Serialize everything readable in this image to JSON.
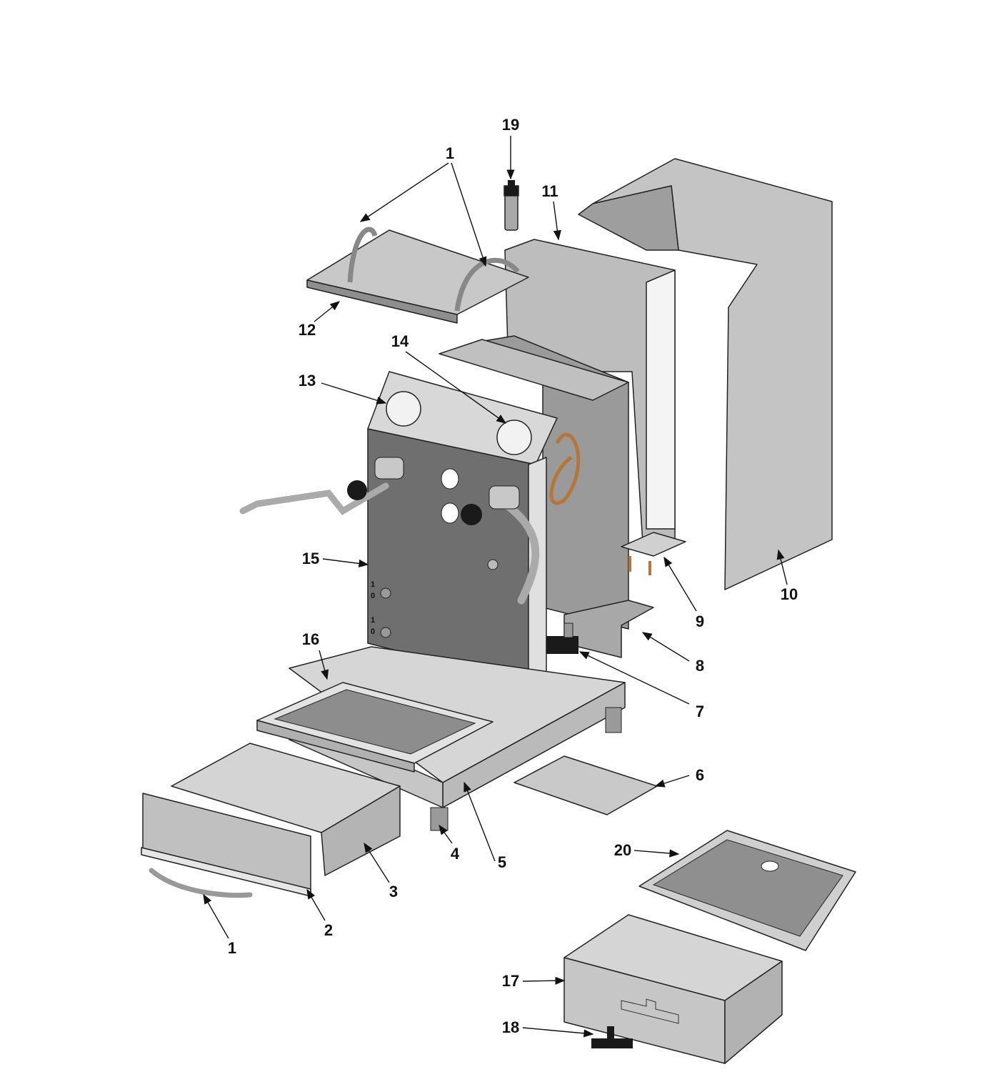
{
  "diagram": {
    "type": "exploded-parts-view",
    "callouts": [
      {
        "id": "c19",
        "label": "19"
      },
      {
        "id": "c1a",
        "label": "1"
      },
      {
        "id": "c11",
        "label": "11"
      },
      {
        "id": "c12",
        "label": "12"
      },
      {
        "id": "c14",
        "label": "14"
      },
      {
        "id": "c13",
        "label": "13"
      },
      {
        "id": "c15",
        "label": "15"
      },
      {
        "id": "c16",
        "label": "16"
      },
      {
        "id": "c10",
        "label": "10"
      },
      {
        "id": "c9",
        "label": "9"
      },
      {
        "id": "c8",
        "label": "8"
      },
      {
        "id": "c7",
        "label": "7"
      },
      {
        "id": "c6",
        "label": "6"
      },
      {
        "id": "c5",
        "label": "5"
      },
      {
        "id": "c4",
        "label": "4"
      },
      {
        "id": "c3",
        "label": "3"
      },
      {
        "id": "c2",
        "label": "2"
      },
      {
        "id": "c1b",
        "label": "1"
      },
      {
        "id": "c20",
        "label": "20"
      },
      {
        "id": "c17",
        "label": "17"
      },
      {
        "id": "c18",
        "label": "18"
      }
    ],
    "switch_marks": [
      "1",
      "0",
      "1",
      "0"
    ],
    "colors": {
      "metal": "#b9b9b9",
      "metal_dark": "#7d7d7d",
      "metal_light": "#dcdcdc",
      "black": "#1a1a1a",
      "copper": "#b5763a"
    }
  }
}
